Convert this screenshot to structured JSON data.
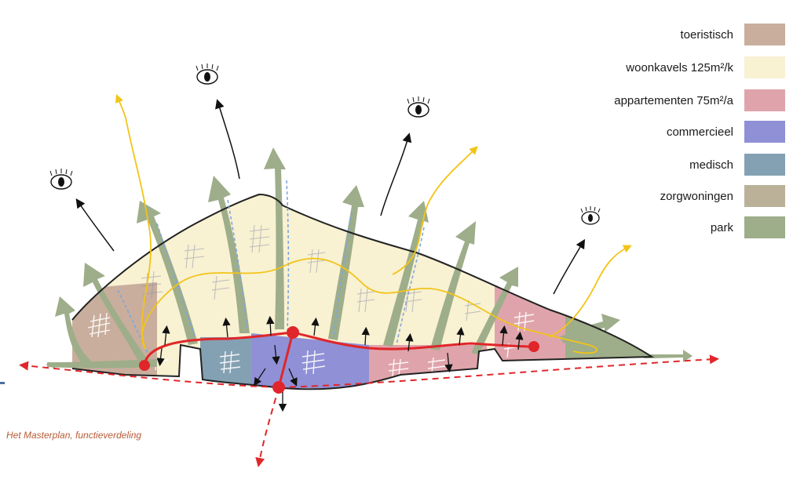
{
  "legend": {
    "items": [
      {
        "label": "toeristisch",
        "color": "#c9ae9d"
      },
      {
        "label": "woonkavels 125m²/k",
        "color": "#f8f1d2"
      },
      {
        "label": "appartementen 75m²/a",
        "color": "#dfa4ab"
      },
      {
        "label": "commercieel",
        "color": "#9090d6"
      },
      {
        "label": "medisch",
        "color": "#84a1b3"
      },
      {
        "label": "zorgwoningen",
        "color": "#bbb199"
      },
      {
        "label": "park",
        "color": "#9ead8a"
      }
    ]
  },
  "caption": "Het Masterplan, functieverdeling",
  "colors": {
    "route_red": "#e0262a",
    "path_yellow": "#f2c418",
    "arrow_black": "#111111",
    "outline": "#222222",
    "dash_blue": "#7fa7dc"
  },
  "icons": [
    "eye-icon",
    "eye-icon",
    "eye-icon",
    "eye-icon"
  ]
}
